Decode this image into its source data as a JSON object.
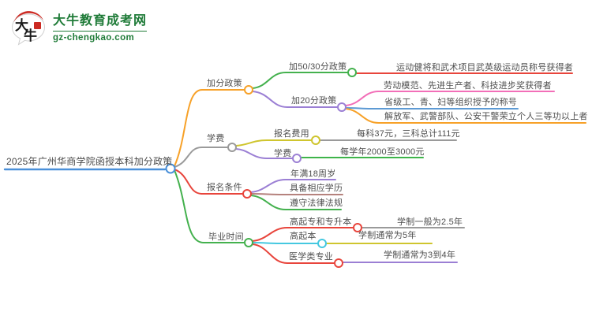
{
  "logo": {
    "title": "大牛教育成考网",
    "domain": "gz-chengkao.com",
    "icon_text_top": "大",
    "icon_text_bottom": "牛",
    "brand_green": "#1f7b38",
    "brand_red": "#cc2a23",
    "ink_black": "#1a1a1a"
  },
  "mindmap": {
    "root": {
      "label": "2025年广州华商学院函授本科加分政策",
      "color": "#4a90d9"
    },
    "branches": [
      {
        "label": "加分政策",
        "color": "#f7a128",
        "children": [
          {
            "label": "加50/30分政策",
            "color": "#44b14e",
            "children": [
              {
                "label": "运动健将和武术项目武英级运动员称号获得者",
                "color": "#e8453c"
              }
            ]
          },
          {
            "label": "加20分政策",
            "color": "#9b7fd4",
            "children": [
              {
                "label": "劳动模范、先进生产者、科技进步奖获得者",
                "color": "#f26fb8"
              },
              {
                "label": "省级工、青、妇等组织授予的称号",
                "color": "#5d9ad4"
              },
              {
                "label": "解放军、武警部队、公安干警荣立个人三等功以上者",
                "color": "#f7a128"
              }
            ]
          }
        ]
      },
      {
        "label": "学费",
        "color": "#9a9a9a",
        "children": [
          {
            "label": "报名费用",
            "color": "#cfc52e",
            "children": [
              {
                "label": "每科37元，三科总计111元",
                "color": "#9a9a9a"
              }
            ]
          },
          {
            "label": "学费",
            "color": "#9b7fd4",
            "children": [
              {
                "label": "每学年2000至3000元",
                "color": "#3eb44a"
              }
            ]
          }
        ]
      },
      {
        "label": "报名条件",
        "color": "#e8453c",
        "children": [
          {
            "label": "年满18周岁",
            "color": "#9b7fd4"
          },
          {
            "label": "具备相应学历",
            "color": "#b5827d"
          },
          {
            "label": "遵守法律法规",
            "color": "#44b14e"
          }
        ]
      },
      {
        "label": "毕业时间",
        "color": "#44b14e",
        "children": [
          {
            "label": "高起专和专升本",
            "color": "#e8453c",
            "children": [
              {
                "label": "学制一般为2.5年",
                "color": "#9a9a9a"
              }
            ]
          },
          {
            "label": "高起本",
            "color": "#45c8e0",
            "children": [
              {
                "label": "学制通常为5年",
                "color": "#cfc52e"
              }
            ]
          },
          {
            "label": "医学类专业",
            "color": "#e8453c",
            "children": [
              {
                "label": "学制通常为3到4年",
                "color": "#9b7fd4"
              }
            ]
          }
        ]
      }
    ]
  }
}
